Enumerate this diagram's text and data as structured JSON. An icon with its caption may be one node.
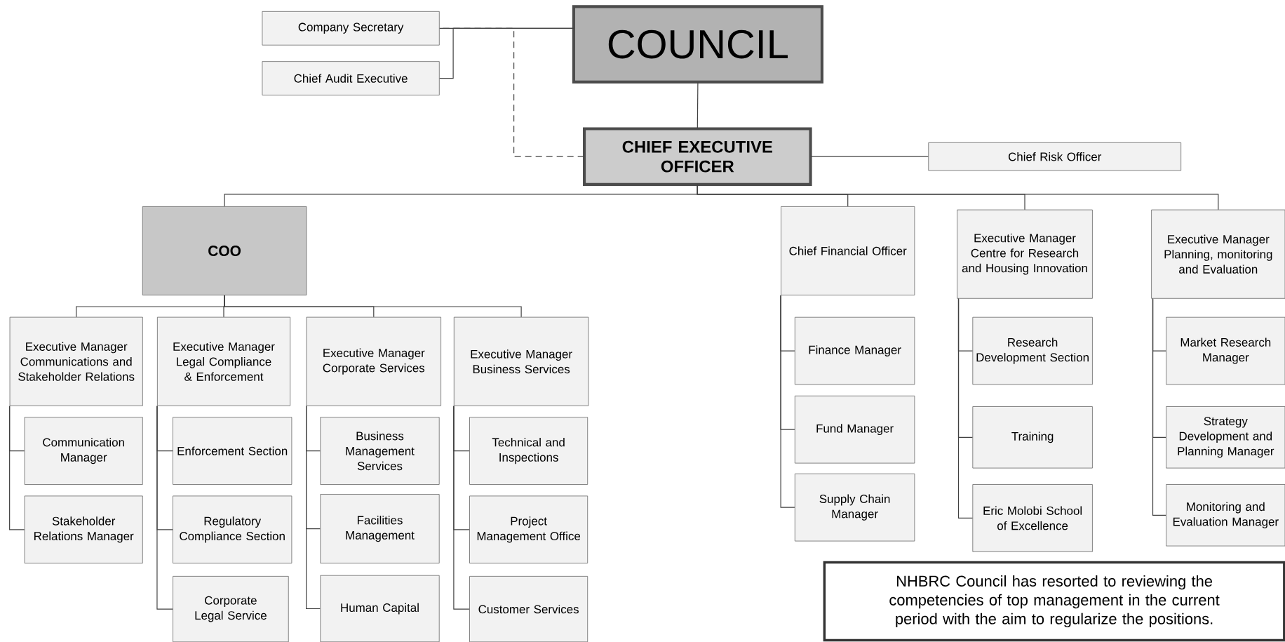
{
  "diagram": {
    "nodes": [
      {
        "text": [
          "COUNCIL"
        ]
      },
      {
        "text": [
          "Company Secretary"
        ]
      },
      {
        "text": [
          "Chief Audit Executive"
        ]
      },
      {
        "text": [
          "CHIEF EXECUTIVE OFFICER"
        ]
      },
      {
        "text": [
          "Chief Risk Officer"
        ]
      },
      {
        "text": [
          "COO"
        ]
      },
      {
        "text": [
          "Chief Financial Officer"
        ]
      },
      {
        "text": [
          "Executive Manager Centre for Research and Housing Innovation"
        ]
      },
      {
        "text": [
          "Executive Manager Planning, monitoring and Evaluation"
        ]
      },
      {
        "text": [
          "Executive Manager Communications and Stakeholder Relations"
        ]
      },
      {
        "text": [
          "Executive Manager Legal Compliance & Enforcement"
        ]
      },
      {
        "text": [
          "Executive Manager Corporate Services"
        ]
      },
      {
        "text": [
          "Executive Manager Business Services"
        ]
      },
      {
        "text": [
          "Communication Manager"
        ]
      },
      {
        "text": [
          "Stakeholder Relations Manager"
        ]
      },
      {
        "text": [
          "Enforcement Section"
        ]
      },
      {
        "text": [
          "Regulatory Compliance Section"
        ]
      },
      {
        "text": [
          "Corporate Legal Service"
        ]
      },
      {
        "text": [
          "Business Management Services"
        ]
      },
      {
        "text": [
          "Facilities Management"
        ]
      },
      {
        "text": [
          "Human Capital"
        ]
      },
      {
        "text": [
          "Technical and Inspections"
        ]
      },
      {
        "text": [
          "Project Management Office"
        ]
      },
      {
        "text": [
          "Customer Services"
        ]
      },
      {
        "text": [
          "Finance Manager"
        ]
      },
      {
        "text": [
          "Fund Manager"
        ]
      },
      {
        "text": [
          "Supply Chain Manager"
        ]
      },
      {
        "text": [
          "Research Development Section"
        ]
      },
      {
        "text": [
          "Training"
        ]
      },
      {
        "text": [
          "Eric Molobi School of Excellence"
        ]
      },
      {
        "text": [
          "Market Research Manager"
        ]
      },
      {
        "text": [
          "Strategy Development and Planning Manager"
        ]
      },
      {
        "text": [
          "Monitoring and Evaluation Manager"
        ]
      },
      {
        "text": [
          "NHBRC Council has resorted to reviewing the competencies of top management in the current period with the aim to regularize the positions."
        ]
      }
    ],
    "edges": [
      {
        "from": 0,
        "to": 3,
        "arrow": "none"
      },
      {
        "from": 1,
        "to": 0,
        "arrow": "none"
      },
      {
        "from": 2,
        "to": 0,
        "arrow": "none"
      },
      {
        "from": 3,
        "to": 1,
        "arrow": "none",
        "style": "dashed"
      },
      {
        "from": 3,
        "to": 4,
        "arrow": "none"
      },
      {
        "from": 3,
        "to": 5,
        "arrow": "none"
      },
      {
        "from": 3,
        "to": 6,
        "arrow": "none"
      },
      {
        "from": 3,
        "to": 7,
        "arrow": "none"
      },
      {
        "from": 3,
        "to": 8,
        "arrow": "none"
      },
      {
        "from": 5,
        "to": 9,
        "arrow": "none"
      },
      {
        "from": 5,
        "to": 10,
        "arrow": "none"
      },
      {
        "from": 5,
        "to": 11,
        "arrow": "none"
      },
      {
        "from": 5,
        "to": 12,
        "arrow": "none"
      },
      {
        "from": 9,
        "to": 13,
        "arrow": "none"
      },
      {
        "from": 9,
        "to": 14,
        "arrow": "none"
      },
      {
        "from": 10,
        "to": 15,
        "arrow": "none"
      },
      {
        "from": 10,
        "to": 16,
        "arrow": "none"
      },
      {
        "from": 10,
        "to": 17,
        "arrow": "none"
      },
      {
        "from": 11,
        "to": 18,
        "arrow": "none"
      },
      {
        "from": 11,
        "to": 19,
        "arrow": "none"
      },
      {
        "from": 11,
        "to": 20,
        "arrow": "none"
      },
      {
        "from": 12,
        "to": 21,
        "arrow": "none"
      },
      {
        "from": 12,
        "to": 22,
        "arrow": "none"
      },
      {
        "from": 12,
        "to": 23,
        "arrow": "none"
      },
      {
        "from": 6,
        "to": 24,
        "arrow": "none"
      },
      {
        "from": 6,
        "to": 25,
        "arrow": "none"
      },
      {
        "from": 6,
        "to": 26,
        "arrow": "none"
      },
      {
        "from": 7,
        "to": 27,
        "arrow": "none"
      },
      {
        "from": 7,
        "to": 28,
        "arrow": "none"
      },
      {
        "from": 7,
        "to": 29,
        "arrow": "none"
      },
      {
        "from": 8,
        "to": 30,
        "arrow": "none"
      },
      {
        "from": 8,
        "to": 31,
        "arrow": "none"
      },
      {
        "from": 8,
        "to": 32,
        "arrow": "none"
      }
    ]
  }
}
